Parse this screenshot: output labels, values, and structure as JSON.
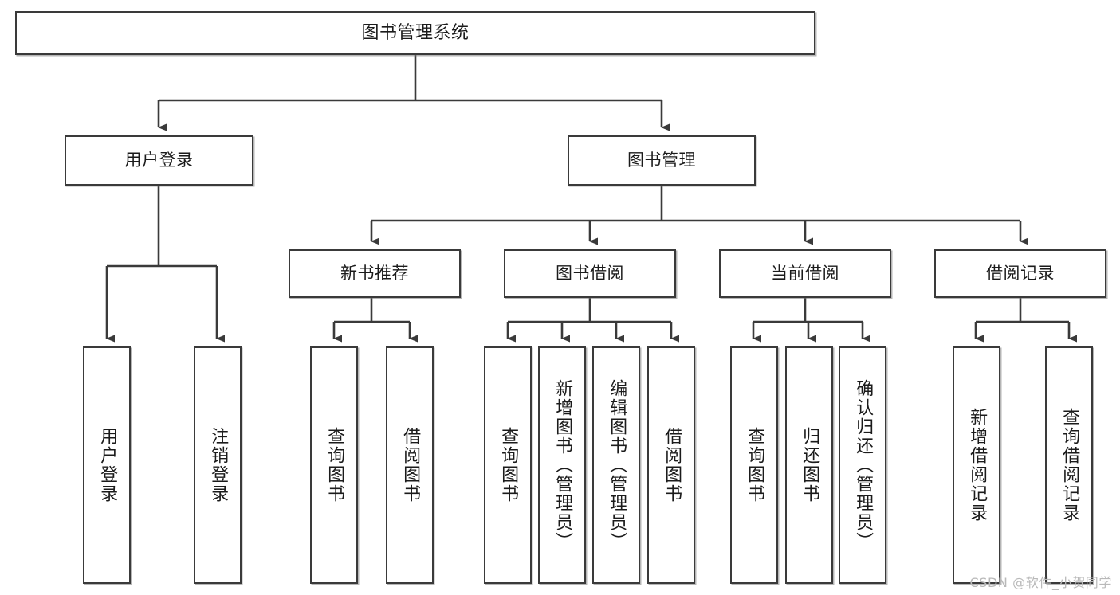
{
  "diagram": {
    "type": "tree",
    "title": "图书管理系统",
    "watermark": "CSDN @软件_小贺同学",
    "colors": {
      "box_border": "#3a3a3a",
      "box_fill": "#ffffff",
      "edge": "#3a3a3a",
      "text": "#1b1b1b",
      "watermark": "#b9b9b9"
    },
    "levels": {
      "root": {
        "label": "图书管理系统"
      },
      "level2": [
        {
          "label": "用户登录"
        },
        {
          "label": "图书管理"
        }
      ],
      "level3": [
        {
          "label": "新书推荐"
        },
        {
          "label": "图书借阅"
        },
        {
          "label": "当前借阅"
        },
        {
          "label": "借阅记录"
        }
      ],
      "leaves": [
        {
          "label": "用户登录",
          "parent": "用户登录"
        },
        {
          "label": "注销登录",
          "parent": "用户登录"
        },
        {
          "label": "查询图书",
          "parent": "新书推荐"
        },
        {
          "label": "借阅图书",
          "parent": "新书推荐"
        },
        {
          "label": "查询图书",
          "parent": "图书借阅"
        },
        {
          "label": "新增图书（管理员）",
          "parent": "图书借阅"
        },
        {
          "label": "编辑图书（管理员）",
          "parent": "图书借阅"
        },
        {
          "label": "借阅图书",
          "parent": "图书借阅"
        },
        {
          "label": "查询图书",
          "parent": "当前借阅"
        },
        {
          "label": "归还图书",
          "parent": "当前借阅"
        },
        {
          "label": "确认归还（管理员）",
          "parent": "当前借阅"
        },
        {
          "label": "新增借阅记录",
          "parent": "借阅记录"
        },
        {
          "label": "查询借阅记录",
          "parent": "借阅记录"
        }
      ]
    }
  }
}
